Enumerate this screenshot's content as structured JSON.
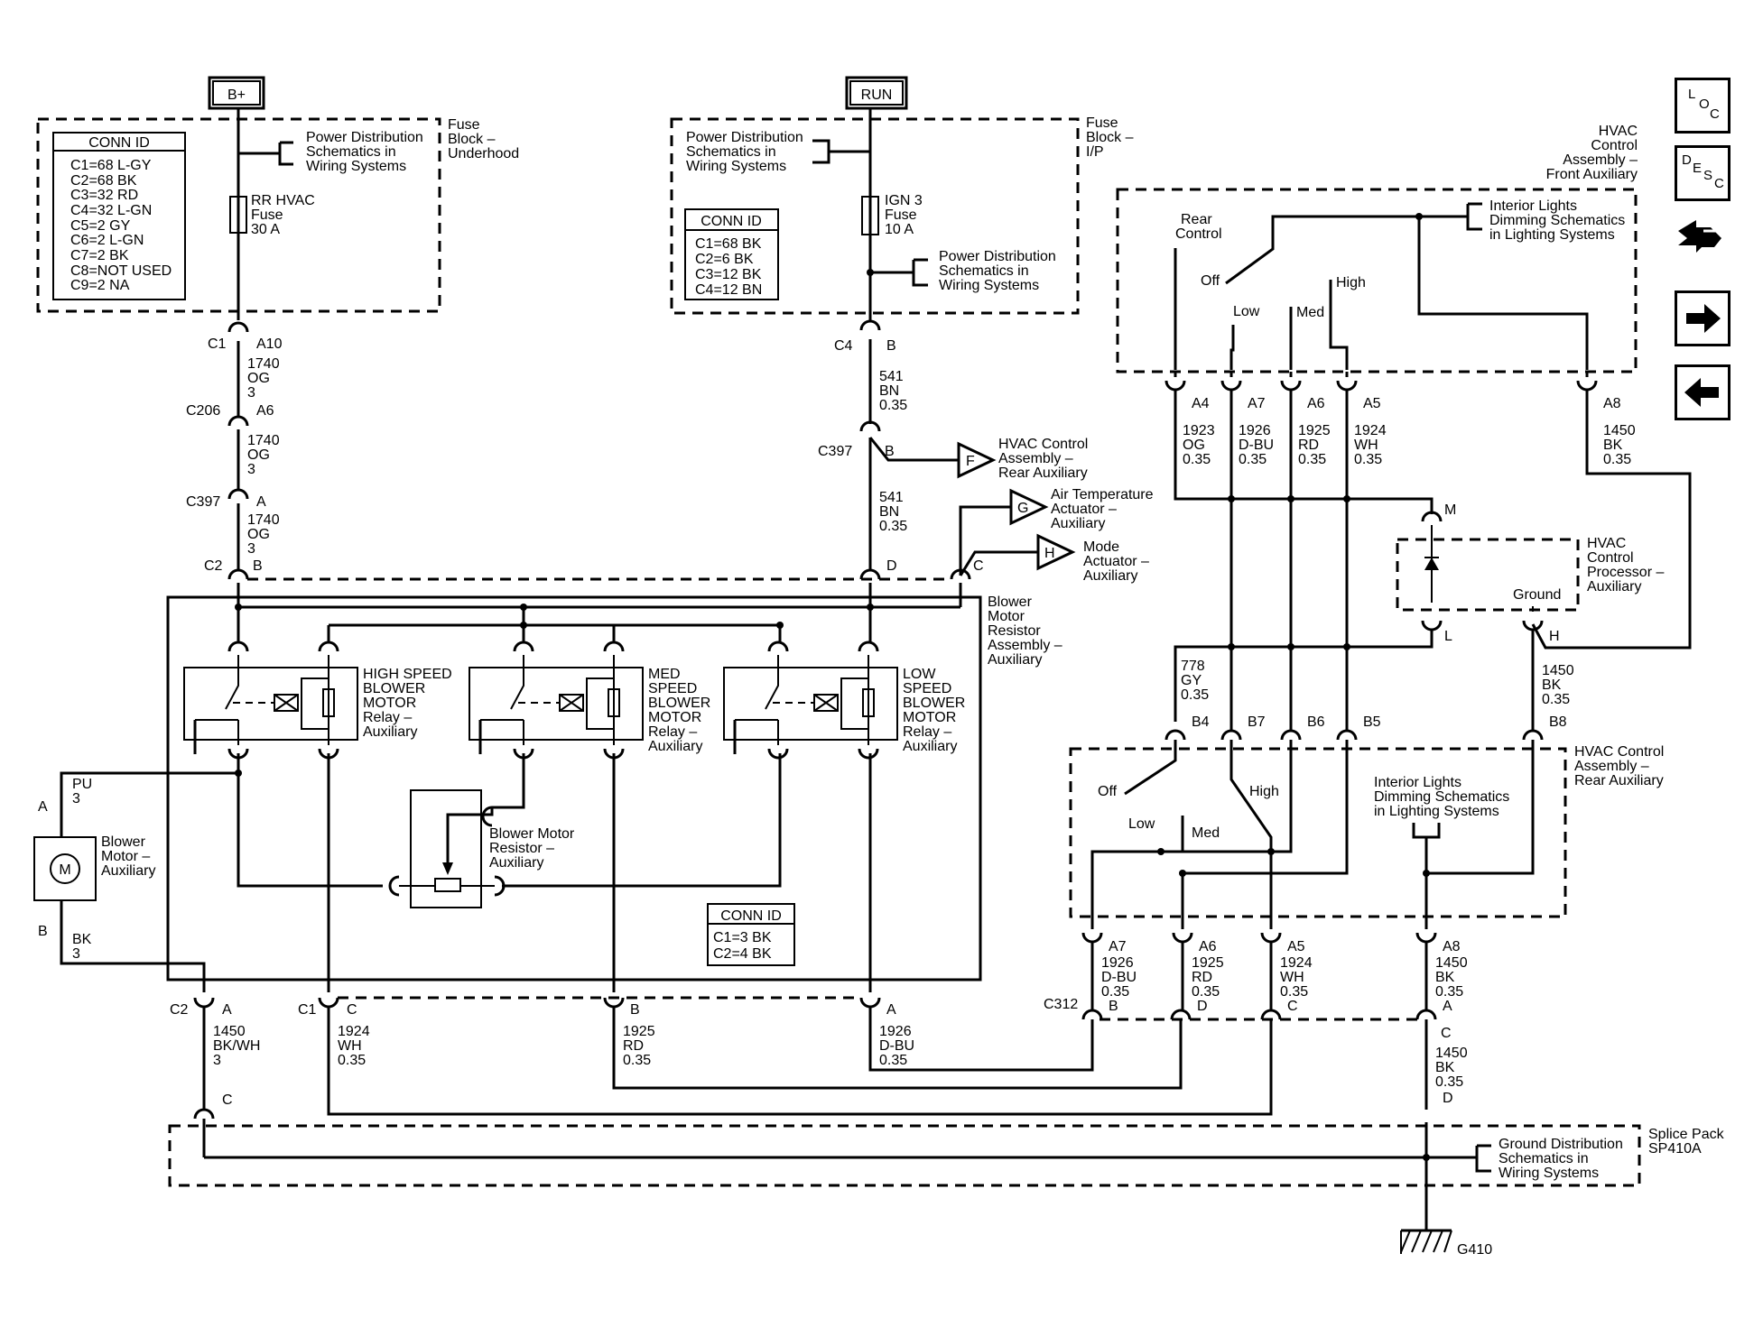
{
  "nav": {
    "loc": [
      "L",
      "O",
      "C"
    ],
    "desc": [
      "D",
      "E",
      "S",
      "C"
    ]
  },
  "src": {
    "bplus": "B+",
    "run": "RUN"
  },
  "fb1": {
    "title": [
      "Fuse",
      "Block –",
      "Underhood"
    ],
    "pds": [
      "Power Distribution",
      "Schematics in",
      "Wiring Systems"
    ],
    "conn_hdr": "CONN ID",
    "conn": [
      "C1=68 L-GY",
      "C2=68 BK",
      "C3=32 RD",
      "C4=32 L-GN",
      "C5=2 GY",
      "C6=2 L-GN",
      "C7=2 BK",
      "C8=NOT USED",
      "C9=2 NA"
    ],
    "fuse": [
      "RR HVAC",
      "Fuse",
      "30 A"
    ]
  },
  "fb2": {
    "title": [
      "Fuse",
      "Block –",
      "I/P"
    ],
    "pds1": [
      "Power Distribution",
      "Schematics in",
      "Wiring Systems"
    ],
    "pds2": [
      "Power Distribution",
      "Schematics in",
      "Wiring Systems"
    ],
    "conn_hdr": "CONN ID",
    "conn": [
      "C1=68 BK",
      "C2=6 BK",
      "C3=12 BK",
      "C4=12 BN"
    ],
    "fuse": [
      "IGN 3",
      "Fuse",
      "10 A"
    ]
  },
  "lw": {
    "c1": "C1",
    "a10": "A10",
    "w1": [
      "1740",
      "OG",
      "3"
    ],
    "c206": "C206",
    "a6": "A6",
    "w2": [
      "1740",
      "OG",
      "3"
    ],
    "c397": "C397",
    "a": "A",
    "w3": [
      "1740",
      "OG",
      "3"
    ],
    "c2": "C2",
    "b": "B"
  },
  "mw": {
    "c4": "C4",
    "b1": "B",
    "w1": [
      "541",
      "BN",
      "0.35"
    ],
    "c397": "C397",
    "b2": "B",
    "w2": [
      "541",
      "BN",
      "0.35"
    ],
    "d": "D",
    "c": "C"
  },
  "ext": {
    "f": "F",
    "f_l": [
      "HVAC Control",
      "Assembly –",
      "Rear Auxiliary"
    ],
    "g": "G",
    "g_l": [
      "Air Temperature",
      "Actuator –",
      "Auxiliary"
    ],
    "h": "H",
    "h_l": [
      "Mode",
      "Actuator –",
      "Auxiliary"
    ]
  },
  "bmr": {
    "title": [
      "Blower",
      "Motor",
      "Resistor",
      "Assembly –",
      "Auxiliary"
    ],
    "high": [
      "HIGH SPEED",
      "BLOWER",
      "MOTOR",
      "Relay –",
      "Auxiliary"
    ],
    "med": [
      "MED",
      "SPEED",
      "BLOWER",
      "MOTOR",
      "Relay –",
      "Auxiliary"
    ],
    "low": [
      "LOW",
      "SPEED",
      "BLOWER",
      "MOTOR",
      "Relay –",
      "Auxiliary"
    ],
    "res": [
      "Blower Motor",
      "Resistor –",
      "Auxiliary"
    ],
    "conn_hdr": "CONN ID",
    "conn": [
      "C1=3 BK",
      "C2=4 BK"
    ]
  },
  "motor": {
    "pu": [
      "PU",
      "3"
    ],
    "a": "A",
    "label": [
      "Blower",
      "Motor –",
      "Auxiliary"
    ],
    "m": "M",
    "b": "B",
    "bk": [
      "BK",
      "3"
    ]
  },
  "bot": {
    "c2": "C2",
    "a": "A",
    "w1": [
      "1450",
      "BK/WH",
      "3"
    ],
    "c": "C",
    "c1": "C1",
    "c_": "C",
    "w2": [
      "1924",
      "WH",
      "0.35"
    ],
    "b": "B",
    "w3": [
      "1925",
      "RD",
      "0.35"
    ],
    "a2": "A",
    "w4": [
      "1926",
      "D-BU",
      "0.35"
    ]
  },
  "front": {
    "title": [
      "HVAC",
      "Control",
      "Assembly –",
      "Front Auxiliary"
    ],
    "rc": [
      "Rear",
      "Control"
    ],
    "ild": [
      "Interior Lights",
      "Dimming Schematics",
      "in Lighting Systems"
    ],
    "off": "Off",
    "low": "Low",
    "med": "Med",
    "high": "High",
    "pins": [
      "A4",
      "A7",
      "A6",
      "A5",
      "A8"
    ],
    "w": [
      [
        "1923",
        "OG",
        "0.35"
      ],
      [
        "1926",
        "D-BU",
        "0.35"
      ],
      [
        "1925",
        "RD",
        "0.35"
      ],
      [
        "1924",
        "WH",
        "0.35"
      ],
      [
        "1450",
        "BK",
        "0.35"
      ]
    ]
  },
  "proc": {
    "title": [
      "HVAC",
      "Control",
      "Processor –",
      "Auxiliary"
    ],
    "m": "M",
    "l": "L",
    "ground": "Ground",
    "h": "H",
    "w778": [
      "778",
      "GY",
      "0.35"
    ],
    "w1450": [
      "1450",
      "BK",
      "0.35"
    ]
  },
  "rear": {
    "title": [
      "HVAC Control",
      "Assembly –",
      "Rear Auxiliary"
    ],
    "ild": [
      "Interior Lights",
      "Dimming Schematics",
      "in Lighting Systems"
    ],
    "pins_top": [
      "B4",
      "B7",
      "B6",
      "B5",
      "B8"
    ],
    "off": "Off",
    "low": "Low",
    "med": "Med",
    "high": "High",
    "pins_bot": [
      "A7",
      "A6",
      "A5",
      "A8"
    ],
    "w": [
      [
        "1926",
        "D-BU",
        "0.35"
      ],
      [
        "1925",
        "RD",
        "0.35"
      ],
      [
        "1924",
        "WH",
        "0.35"
      ],
      [
        "1450",
        "BK",
        "0.35"
      ]
    ]
  },
  "c312": {
    "id": "C312",
    "pins": [
      "B",
      "D",
      "C",
      "A"
    ],
    "w": [
      "1450",
      "BK",
      "0.35"
    ],
    "d": "D"
  },
  "splice": {
    "title": [
      "Splice Pack",
      "SP410A"
    ],
    "gd": [
      "Ground Distribution",
      "Schematics in",
      "Wiring Systems"
    ],
    "c": "C"
  },
  "ground": "G410"
}
